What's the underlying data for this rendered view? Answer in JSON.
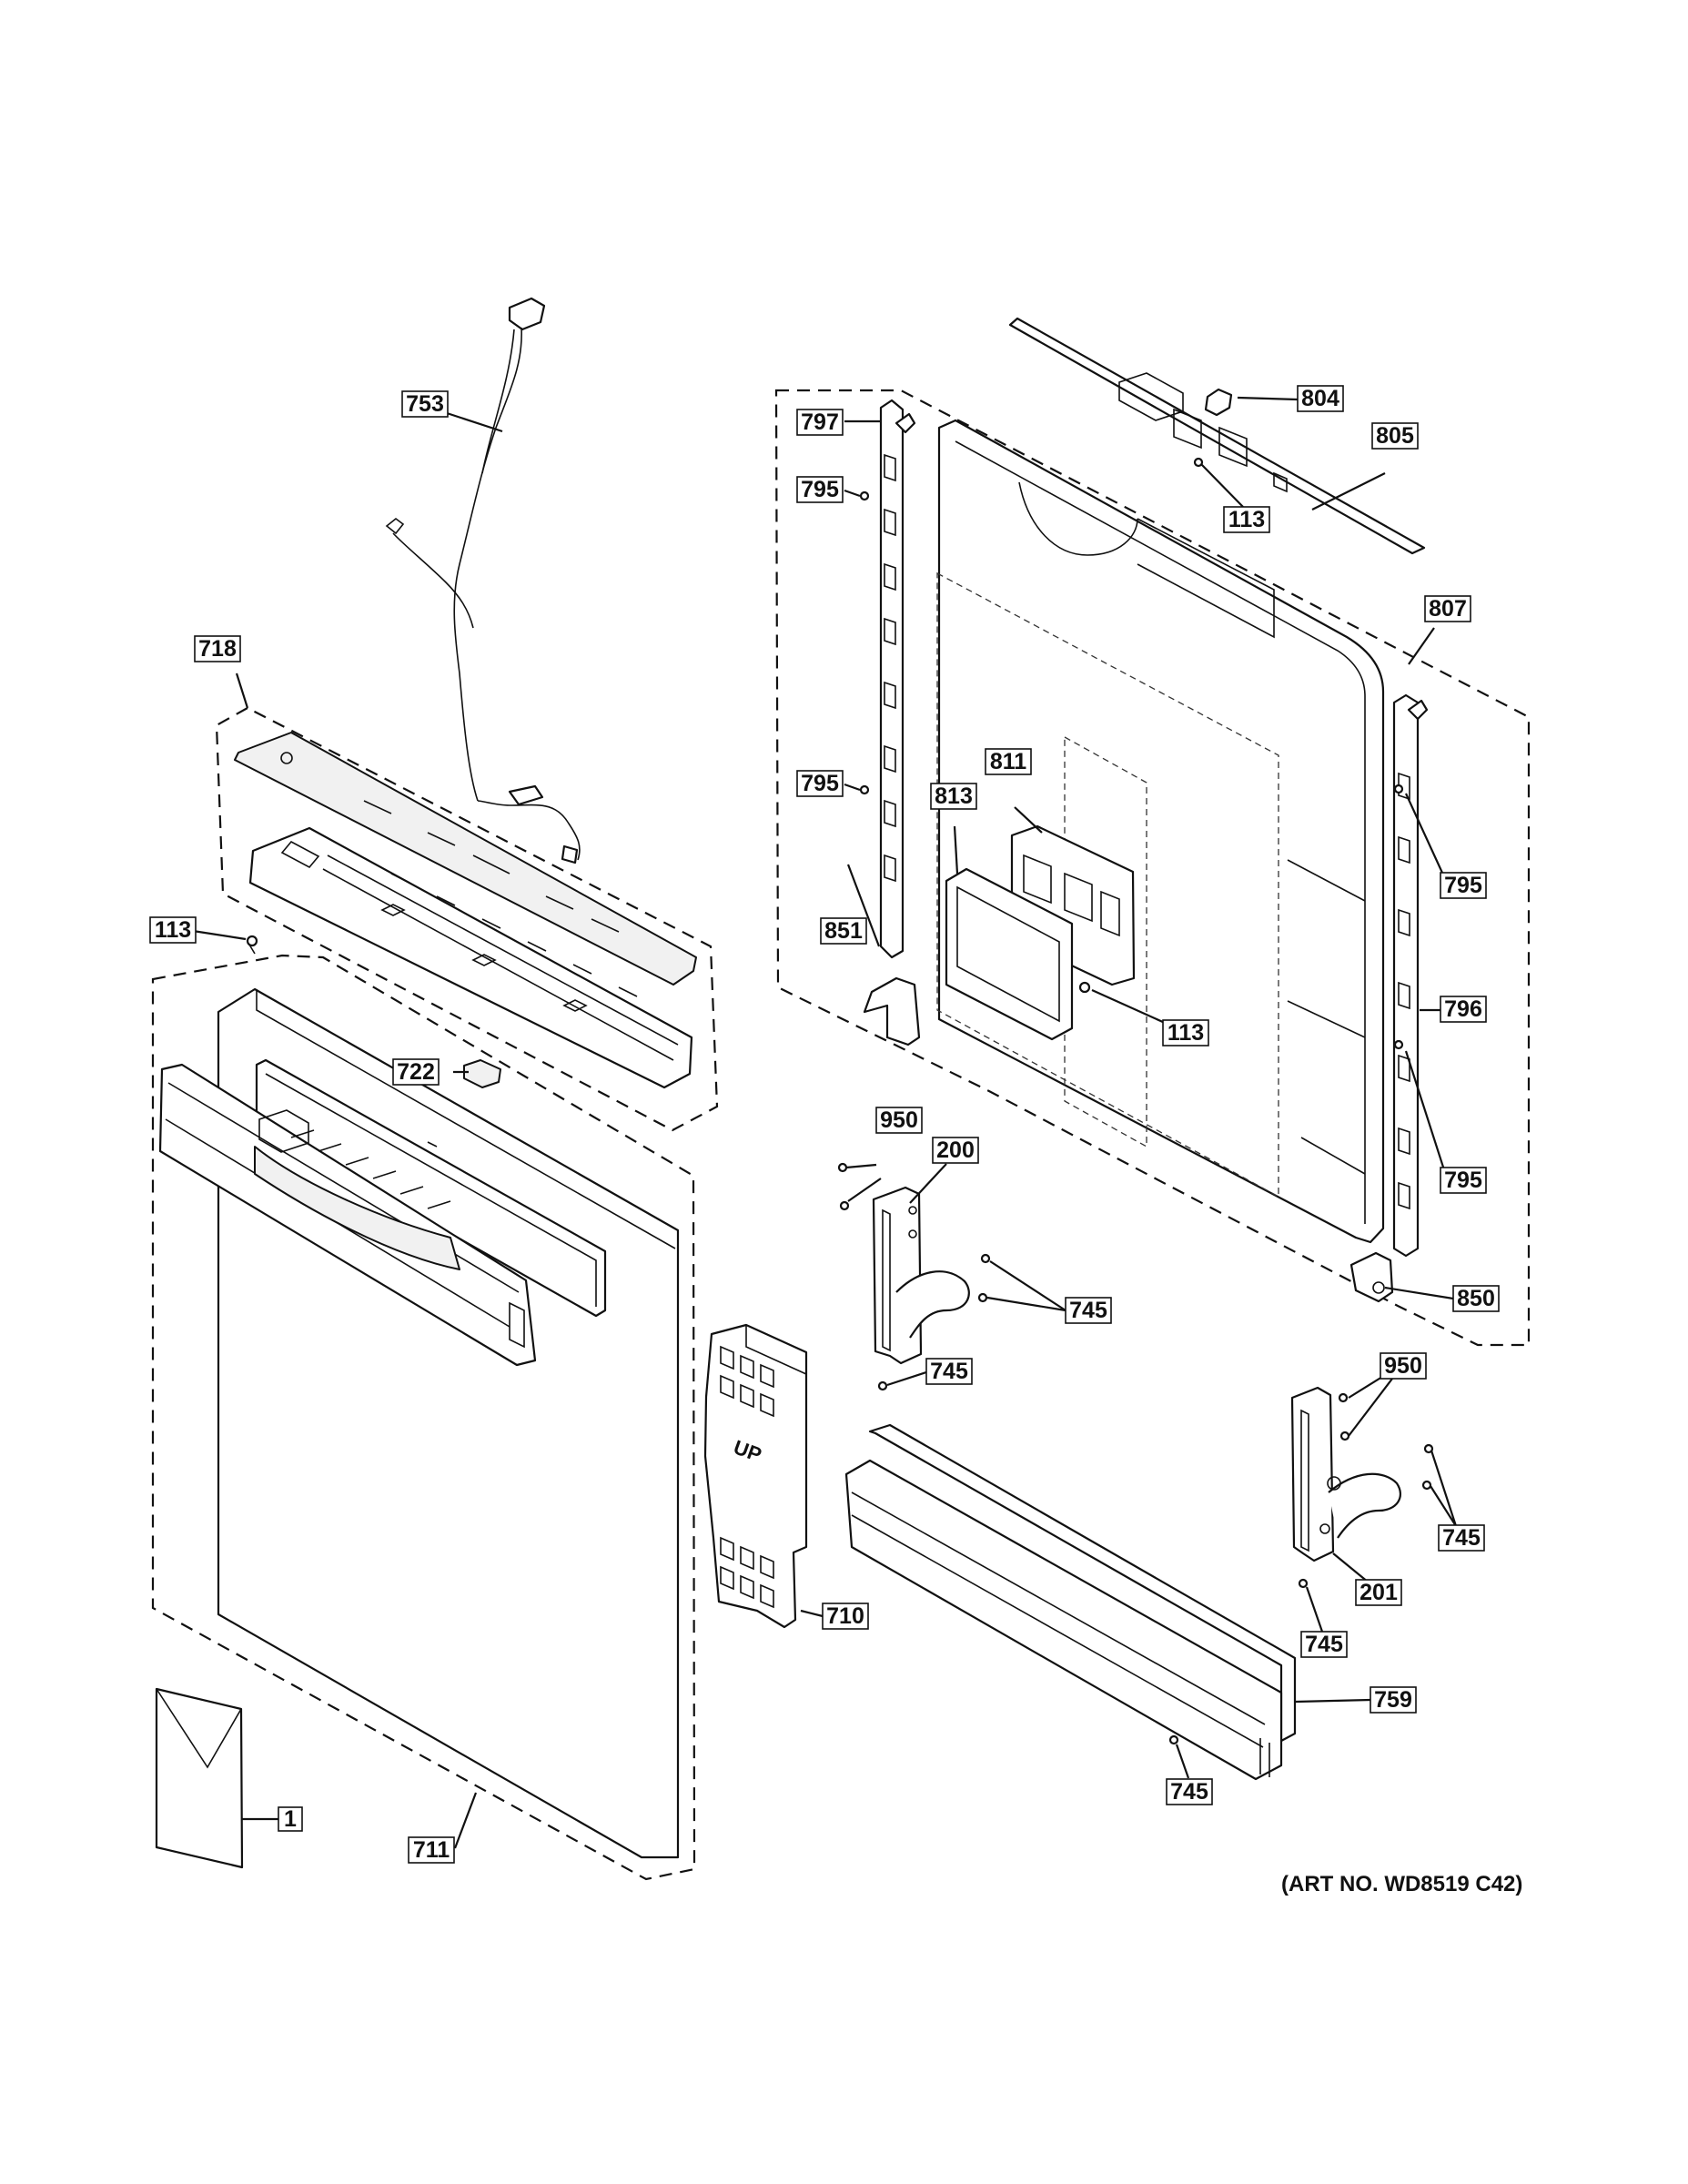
{
  "callouts": {
    "c1": "1",
    "c113a": "113",
    "c113b": "113",
    "c113c": "113",
    "c200": "200",
    "c201": "201",
    "c710": "710",
    "c711": "711",
    "c718": "718",
    "c722": "722",
    "c745a": "745",
    "c745b": "745",
    "c745c": "745",
    "c745d": "745",
    "c745e": "745",
    "c753": "753",
    "c759": "759",
    "c795a": "795",
    "c795b": "795",
    "c795c": "795",
    "c795d": "795",
    "c796": "796",
    "c797": "797",
    "c804": "804",
    "c805": "805",
    "c807": "807",
    "c811": "811",
    "c813": "813",
    "c850": "850",
    "c851": "851",
    "c950a": "950",
    "c950b": "950"
  },
  "marking_up": "UP",
  "art_number": "(ART NO. WD8519 C42)"
}
